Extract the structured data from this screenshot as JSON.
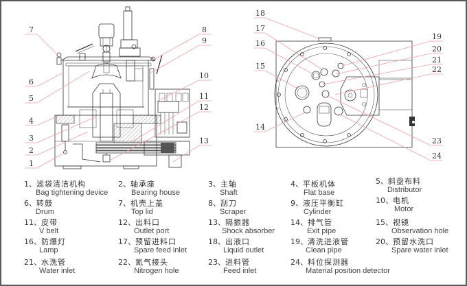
{
  "diagram": {
    "title": "Flat plate bag-lifting centrifuge — side section and top view",
    "side_view_callouts": [
      "1",
      "2",
      "3",
      "4",
      "5",
      "6",
      "7",
      "8",
      "9",
      "10",
      "11",
      "12",
      "13"
    ],
    "top_view_callouts": [
      "14",
      "15",
      "16",
      "17",
      "18",
      "19",
      "20",
      "21",
      "22",
      "23",
      "24"
    ]
  },
  "legend": {
    "items": [
      {
        "num": "1、",
        "zh": "滤袋清洁机构",
        "en": "Bag tightening device"
      },
      {
        "num": "2、",
        "zh": "轴承座",
        "en": "Bearing house"
      },
      {
        "num": "3、",
        "zh": "主轴",
        "en": "Shaft"
      },
      {
        "num": "4、",
        "zh": "平板机体",
        "en": "Flat base"
      },
      {
        "num": "5、",
        "zh": "斜盘布料",
        "en": "Distributor"
      },
      {
        "num": "6、",
        "zh": "转鼓",
        "en": "Drum"
      },
      {
        "num": "7、",
        "zh": "机壳上盖",
        "en": "Top lid"
      },
      {
        "num": "8、",
        "zh": "刮刀",
        "en": "Scraper"
      },
      {
        "num": "9、",
        "zh": "液压平衡缸",
        "en": "Cylinder"
      },
      {
        "num": "10、",
        "zh": "电机",
        "en": "Motor"
      },
      {
        "num": "11、",
        "zh": "皮带",
        "en": "V belt"
      },
      {
        "num": "12、",
        "zh": "出料口",
        "en": "Outlet port"
      },
      {
        "num": "13、",
        "zh": "隔振器",
        "en": "Shock absorber"
      },
      {
        "num": "14、",
        "zh": "排气管",
        "en": "Exit pipe"
      },
      {
        "num": "15、",
        "zh": "视镜",
        "en": "Observation hole"
      },
      {
        "num": "16、",
        "zh": "防爆灯",
        "en": "Lamp"
      },
      {
        "num": "17、",
        "zh": "预留进料口",
        "en": "Spare feed inlet"
      },
      {
        "num": "18、",
        "zh": "出液口",
        "en": "Liquid outlet"
      },
      {
        "num": "19、",
        "zh": "清洗进液管",
        "en": "Clean pipe"
      },
      {
        "num": "20、",
        "zh": "预留水洗口",
        "en": "Spare water inlet"
      },
      {
        "num": "21、",
        "zh": "水洗管",
        "en": "Water inlet"
      },
      {
        "num": "22、",
        "zh": "氮气接头",
        "en": "Nitrogen hole"
      },
      {
        "num": "23、",
        "zh": "进料管",
        "en": "Feed inlet"
      },
      {
        "num": "24、",
        "zh": "料位探测器",
        "en": "Material position detector"
      }
    ]
  }
}
